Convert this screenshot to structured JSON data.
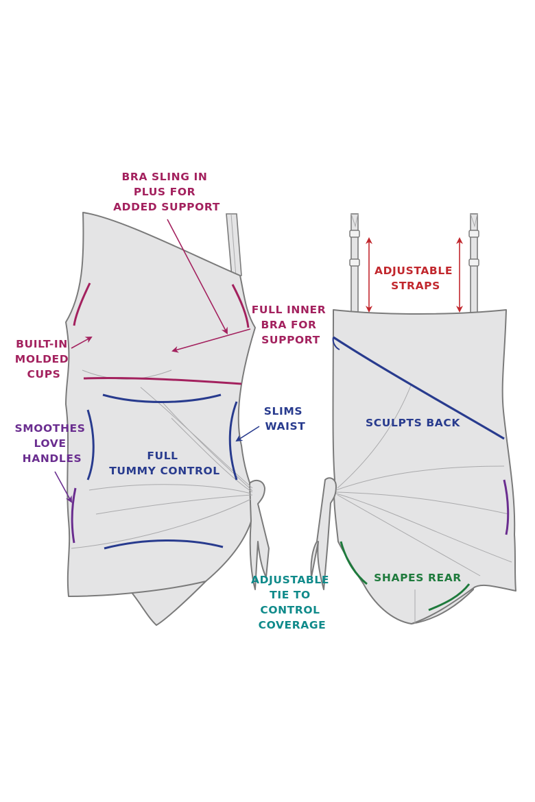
{
  "colors": {
    "magenta": "#a3215e",
    "navy": "#283b8e",
    "purple": "#6a2d8f",
    "teal": "#0f8a8a",
    "green": "#1e7a3c",
    "red": "#c1272d",
    "garment_fill": "#e4e4e5",
    "garment_stroke": "#7a7a7a"
  },
  "labels": {
    "bra_sling": [
      "BRA SLING IN",
      "PLUS FOR",
      "ADDED SUPPORT"
    ],
    "full_inner_bra": [
      "FULL INNER",
      "BRA FOR",
      "SUPPORT"
    ],
    "built_in_cups": [
      "BUILT-IN",
      "MOLDED",
      "CUPS"
    ],
    "smoothes": [
      "SMOOTHES",
      "LOVE",
      "HANDLES"
    ],
    "slims_waist": [
      "SLIMS",
      "WAIST"
    ],
    "tummy": [
      "FULL",
      "TUMMY CONTROL"
    ],
    "adjustable_tie": [
      "ADJUSTABLE",
      "TIE TO",
      "CONTROL",
      "COVERAGE"
    ],
    "adjustable_straps": [
      "ADJUSTABLE",
      "STRAPS"
    ],
    "sculpts_back": [
      "SCULPTS BACK"
    ],
    "shapes_rear": [
      "SHAPES REAR"
    ]
  }
}
